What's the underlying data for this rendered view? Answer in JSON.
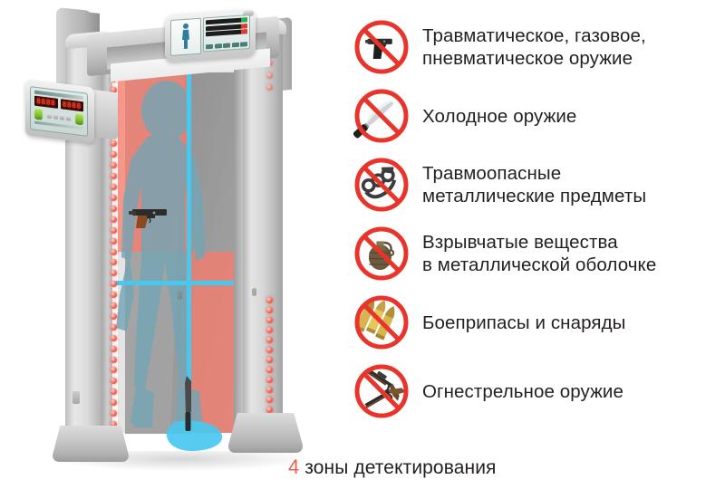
{
  "illustration": {
    "name": "walk-through-metal-detector",
    "zone_count": 4,
    "zones": [
      {
        "id": "top-left",
        "state": "alarm"
      },
      {
        "id": "top-right",
        "state": "clear"
      },
      {
        "id": "bottom-left",
        "state": "clear"
      },
      {
        "id": "bottom-right",
        "state": "alarm"
      }
    ],
    "detected_items": [
      {
        "id": "pistol",
        "zone": "top-left"
      },
      {
        "id": "knife",
        "zone": "bottom-right"
      }
    ],
    "top_control_panel": {
      "displays": [
        {
          "id": "person-view",
          "label": ""
        },
        {
          "id": "signal-bars",
          "label": ""
        }
      ]
    },
    "side_control_panel": {
      "led_displays": [
        "8888",
        "8888"
      ],
      "buttons": [
        "green-left",
        "green-right"
      ]
    },
    "colors": {
      "alarm_zone": "#F47D6E",
      "grid_line": "#49C8EF",
      "person": "#74A5B5",
      "frame": "#D4D4D4",
      "led": "#E54636"
    }
  },
  "prohibited": {
    "items": [
      {
        "icon": "pistol-icon",
        "label": "Травматическое, газовое,\nпневматическое оружие"
      },
      {
        "icon": "knife-icon",
        "label": "Холодное оружие"
      },
      {
        "icon": "brass-knuckles-icon",
        "label": "Травмоопасные\nметаллические предметы"
      },
      {
        "icon": "grenade-icon",
        "label": "Взрывчатые вещества\nв металлической оболочке"
      },
      {
        "icon": "bullets-icon",
        "label": "Боеприпасы и снаряды"
      },
      {
        "icon": "rifle-icon",
        "label": "Огнестрельное оружие"
      }
    ],
    "sign_color": "#E8342B"
  },
  "caption": {
    "count": "4",
    "text": " зоны детектирования",
    "count_color": "#EF5F4E"
  }
}
